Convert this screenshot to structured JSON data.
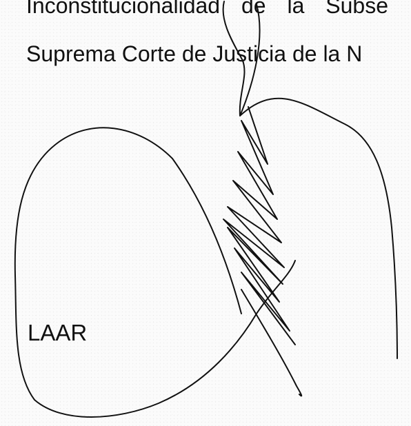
{
  "document": {
    "lines": [
      "Inconstitucionalidad de la Subse",
      "Suprema Corte de Justicia de la N"
    ],
    "initials": "LAAR"
  }
}
